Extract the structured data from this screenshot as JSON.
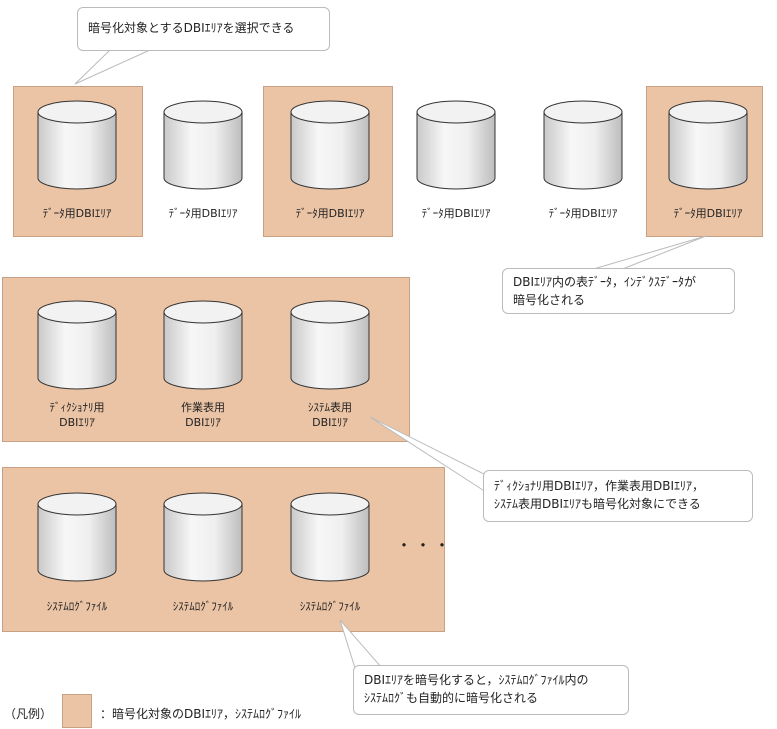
{
  "row1": {
    "areas": [
      {
        "label": "ﾃﾞｰﾀ用DBIｴﾘｱ",
        "encrypted": true
      },
      {
        "label": "ﾃﾞｰﾀ用DBIｴﾘｱ",
        "encrypted": false
      },
      {
        "label": "ﾃﾞｰﾀ用DBIｴﾘｱ",
        "encrypted": true
      },
      {
        "label": "ﾃﾞｰﾀ用DBIｴﾘｱ",
        "encrypted": false
      },
      {
        "label": "ﾃﾞｰﾀ用DBIｴﾘｱ",
        "encrypted": false
      },
      {
        "label": "ﾃﾞｰﾀ用DBIｴﾘｱ",
        "encrypted": true
      }
    ]
  },
  "row2": {
    "areas": [
      {
        "label": "ﾃﾞｨｸｼｮﾅﾘ用\nDBIｴﾘｱ"
      },
      {
        "label": "作業表用\nDBIｴﾘｱ"
      },
      {
        "label": "ｼｽﾃﾑ表用\nDBIｴﾘｱ"
      }
    ]
  },
  "row3": {
    "files": [
      {
        "label": "ｼｽﾃﾑﾛｸﾞﾌｧｲﾙ"
      },
      {
        "label": "ｼｽﾃﾑﾛｸﾞﾌｧｲﾙ"
      },
      {
        "label": "ｼｽﾃﾑﾛｸﾞﾌｧｲﾙ"
      }
    ],
    "ellipsis": "・・・"
  },
  "callouts": {
    "select": "暗号化対象とするDBIｴﾘｱを選択できる",
    "table_data": "DBIｴﾘｱ内の表ﾃﾞｰﾀ，ｲﾝﾃﾞｸｽﾃﾞｰﾀが\n暗号化される",
    "system_areas": "ﾃﾞｨｸｼｮﾅﾘ用DBIｴﾘｱ，作業表用DBIｴﾘｱ，\nｼｽﾃﾑ表用DBIｴﾘｱも暗号化対象にできる",
    "syslog": "DBIｴﾘｱを暗号化すると，ｼｽﾃﾑﾛｸﾞﾌｧｲﾙ内の\nｼｽﾃﾑﾛｸﾞも自動的に暗号化される"
  },
  "legend": {
    "title": "（凡例）",
    "text": "：暗号化対象のDBIｴﾘｱ，ｼｽﾃﾑﾛｸﾞﾌｧｲﾙ"
  },
  "colors": {
    "encrypted_fill": "#EBC4A6",
    "cylinder_body": "#E6E6E6",
    "outline": "#333333"
  }
}
